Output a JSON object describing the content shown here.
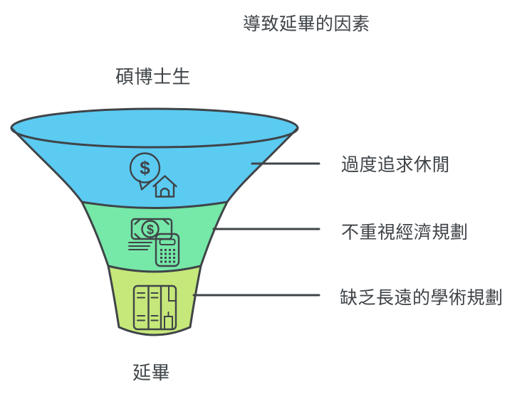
{
  "title": "導致延畢的因素",
  "funnel": {
    "top_label": "碩博士生",
    "bottom_label": "延畢",
    "outline_color": "#3F4448",
    "stages": [
      {
        "label": "過度追求休閒",
        "color": "#5BCBF2",
        "icon": "money-chat-house-icon"
      },
      {
        "label": "不重視經濟規劃",
        "color": "#76E8A8",
        "icon": "banknote-calculator-icon"
      },
      {
        "label": "缺乏長遠的學術規劃",
        "color": "#C6E87A",
        "icon": "planner-lockers-icon"
      }
    ]
  },
  "icons": {
    "dollar_glyph": "$"
  }
}
